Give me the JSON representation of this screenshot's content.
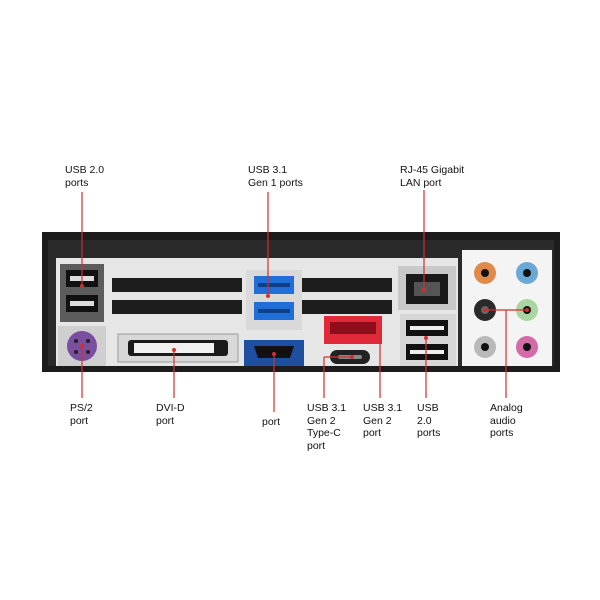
{
  "diagram": {
    "title": "",
    "accent_color": "#d32f2f",
    "labels": {
      "usb20_top": "USB 2.0\nports",
      "usb31_gen1": "USB 3.1\nGen 1 ports",
      "rj45": "RJ-45 Gigabit\nLAN port",
      "ps2": "PS/2\nport",
      "dvid": "DVI-D\nport",
      "hdmi": "port",
      "usb31_typec": "USB 3.1\nGen 2\nType-C\nport",
      "usb31_gen2": "USB 3.1\nGen 2\nport",
      "usb20_bottom": "USB\n2.0\nports",
      "audio": "Analog\naudio\nports"
    },
    "connectors": [
      {
        "name": "ps2-port",
        "color": "#7a4fa0"
      },
      {
        "name": "usb20-port",
        "color": "#2a2a2a"
      },
      {
        "name": "usb31-gen1-port",
        "color": "#1f6fd6"
      },
      {
        "name": "usb31-gen2-port",
        "color": "#e02a3a"
      },
      {
        "name": "audio-jack-orange",
        "color": "#e08a4a"
      },
      {
        "name": "audio-jack-blue",
        "color": "#6aa9d6"
      },
      {
        "name": "audio-jack-black",
        "color": "#2a2a2a"
      },
      {
        "name": "audio-jack-green",
        "color": "#a9d6a0"
      },
      {
        "name": "audio-jack-grey",
        "color": "#b9b9b9"
      },
      {
        "name": "audio-jack-pink",
        "color": "#d46aa6"
      }
    ]
  }
}
